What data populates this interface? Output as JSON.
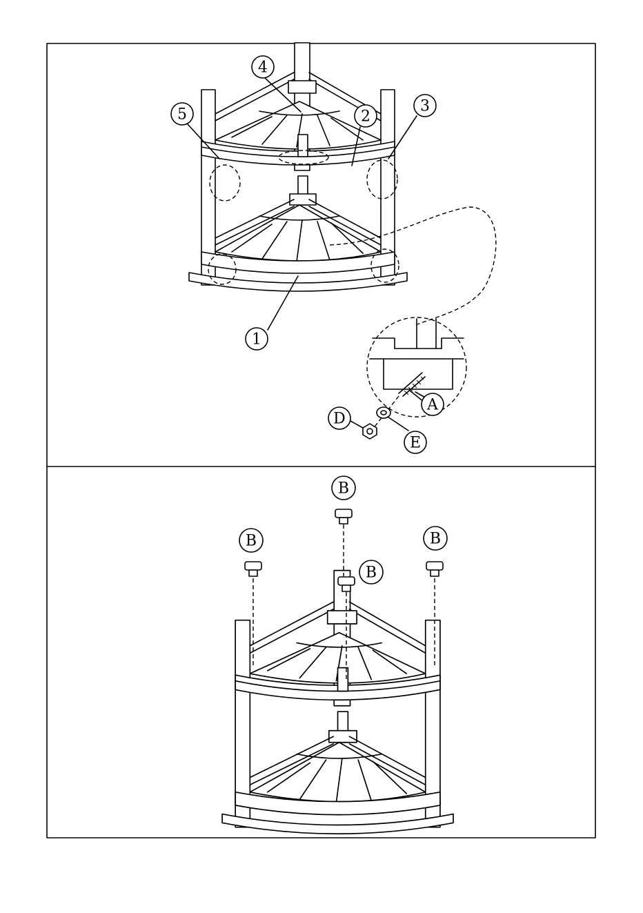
{
  "callouts_top": {
    "c1": "1",
    "c2": "2",
    "c3": "3",
    "c4": "4",
    "c5": "5",
    "cA": "A",
    "cD": "D",
    "cE": "E"
  },
  "callouts_bottom": {
    "b1": "B",
    "b2": "B",
    "b3": "B",
    "b4": "B"
  },
  "colors": {
    "line": "#000000",
    "paper": "#ffffff"
  }
}
